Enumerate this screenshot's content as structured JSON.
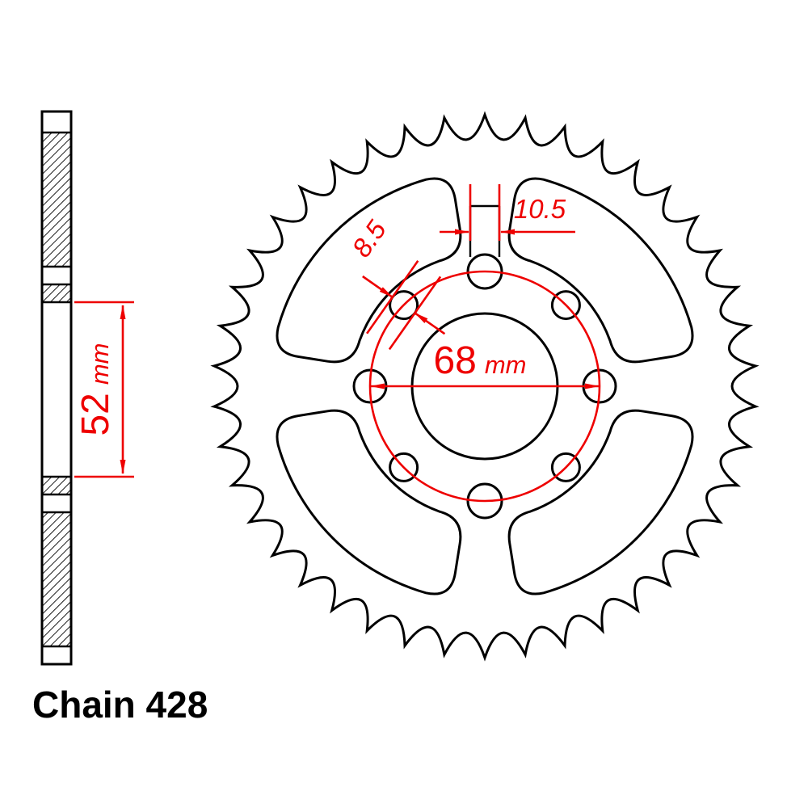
{
  "label": {
    "text": "Chain 428"
  },
  "dimensions": {
    "shaft_length": {
      "value": "52",
      "unit": "mm"
    },
    "bolt_circle_diameter": {
      "value": "68",
      "unit": "mm"
    },
    "bolt_hole_diameter": {
      "value": "8.5"
    },
    "slot_width": {
      "value": "10.5"
    }
  },
  "colors": {
    "outline": "#000000",
    "dimension": "#ee0000",
    "background": "#ffffff"
  }
}
